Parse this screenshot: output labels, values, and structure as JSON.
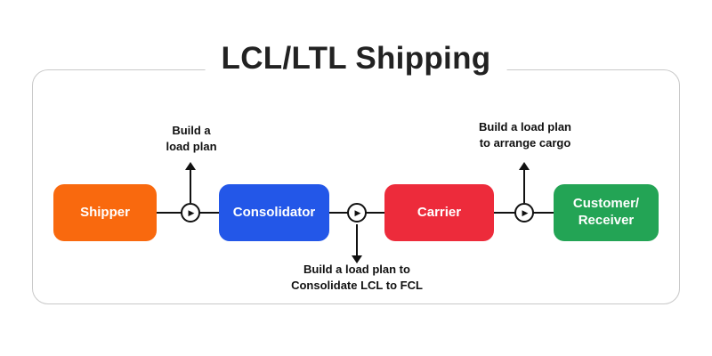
{
  "title": "LCL/LTL Shipping",
  "nodes": [
    {
      "label": "Shipper",
      "color": "#F9690E"
    },
    {
      "label": "Consolidator",
      "color": "#2357E8"
    },
    {
      "label": "Carrier",
      "color": "#ED2B3B"
    },
    {
      "label": "Customer/\nReceiver",
      "color": "#23A455"
    }
  ],
  "annotations": [
    {
      "text": "Build a\nload plan",
      "position": "above"
    },
    {
      "text": "Build a load plan to\nConsolidate LCL to FCL",
      "position": "below"
    },
    {
      "text": "Build a load plan\nto arrange cargo",
      "position": "above"
    }
  ],
  "icons": {
    "play": "▶"
  },
  "colors": {
    "frame_border": "#c9c9c9",
    "line": "#111111",
    "title_text": "#222222",
    "annotation_text": "#111111",
    "node_text": "#ffffff",
    "background": "#ffffff"
  }
}
